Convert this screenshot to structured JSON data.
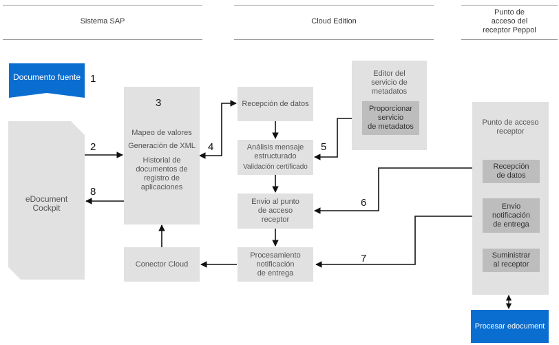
{
  "columns": {
    "sap": "Sistema SAP",
    "cloud": "Cloud Edition",
    "peppol": [
      "Punto de",
      "acceso del",
      "receptor Peppol"
    ]
  },
  "source_doc": "Documento fuente",
  "cockpit": [
    "eDocument",
    "Cockpit"
  ],
  "mapping_box": {
    "number": "3",
    "line1": "Mapeo de valores",
    "line2": "Generación de XML",
    "history": [
      "Historial de",
      "documentos de",
      "registro de",
      "aplicaciones"
    ]
  },
  "connector": "Conector Cloud",
  "reception": "Recepción de datos",
  "analysis": [
    "Análisis mensaje",
    "estructurado",
    "Validación certificado"
  ],
  "send": [
    "Envio al punto",
    "de acceso",
    "receptor"
  ],
  "processing": [
    "Procesamiento",
    "notificación",
    "de entrega"
  ],
  "metadata_editor": {
    "title": [
      "Editor del",
      "servicio de",
      "metadatos"
    ],
    "provide": [
      "Proporcionar",
      "servicio",
      "de metadatos"
    ]
  },
  "receiver": {
    "title": [
      "Punto de acceso",
      "receptor"
    ],
    "data": [
      "Recepción",
      "de datos"
    ],
    "notify": [
      "Envio",
      "notificación",
      "de entrega"
    ],
    "supply": [
      "Suministrar",
      "al receptor"
    ]
  },
  "process_doc": "Procesar edocument",
  "step_numbers": [
    "1",
    "2",
    "4",
    "5",
    "6",
    "7",
    "8"
  ],
  "colors": {
    "box": "#e1e1e1",
    "dark_box": "#bdbdbd",
    "blue": "#0a6ed1"
  }
}
